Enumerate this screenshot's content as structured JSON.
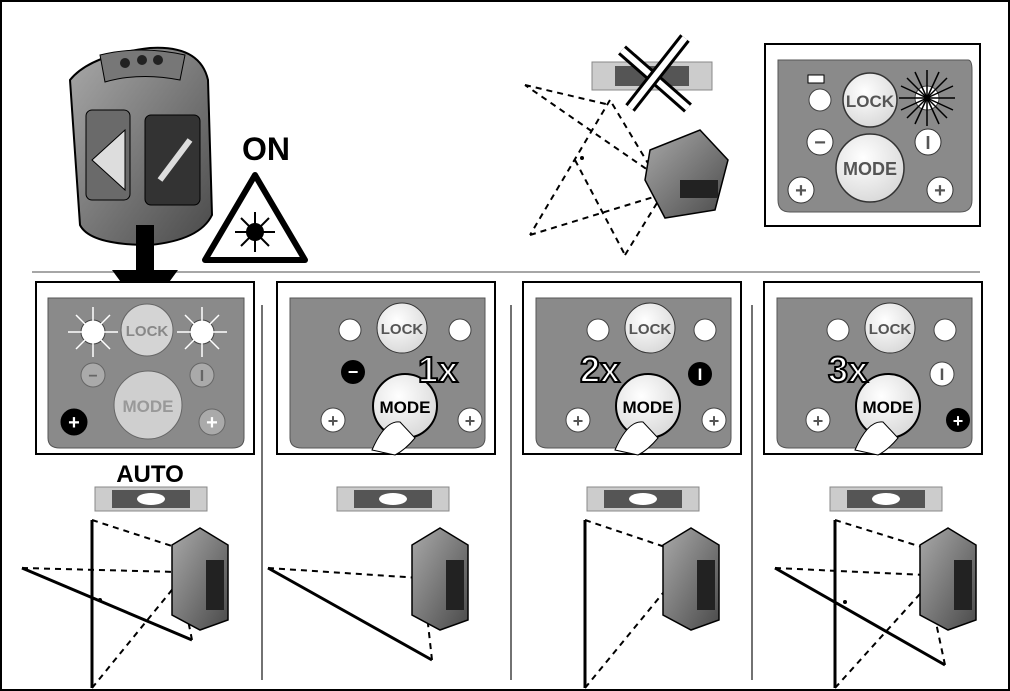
{
  "labels": {
    "on": "ON",
    "lock": "LOCK",
    "mode": "MODE",
    "auto": "AUTO",
    "press_1": "1x",
    "press_2": "2x",
    "press_3": "3x"
  },
  "icons": {
    "minus": "−",
    "plus": "+",
    "one": "I"
  },
  "colors": {
    "panel": "#8a8a8a",
    "panel_dark": "#5c5c5c",
    "line": "#000000",
    "button": "#ffffff"
  }
}
